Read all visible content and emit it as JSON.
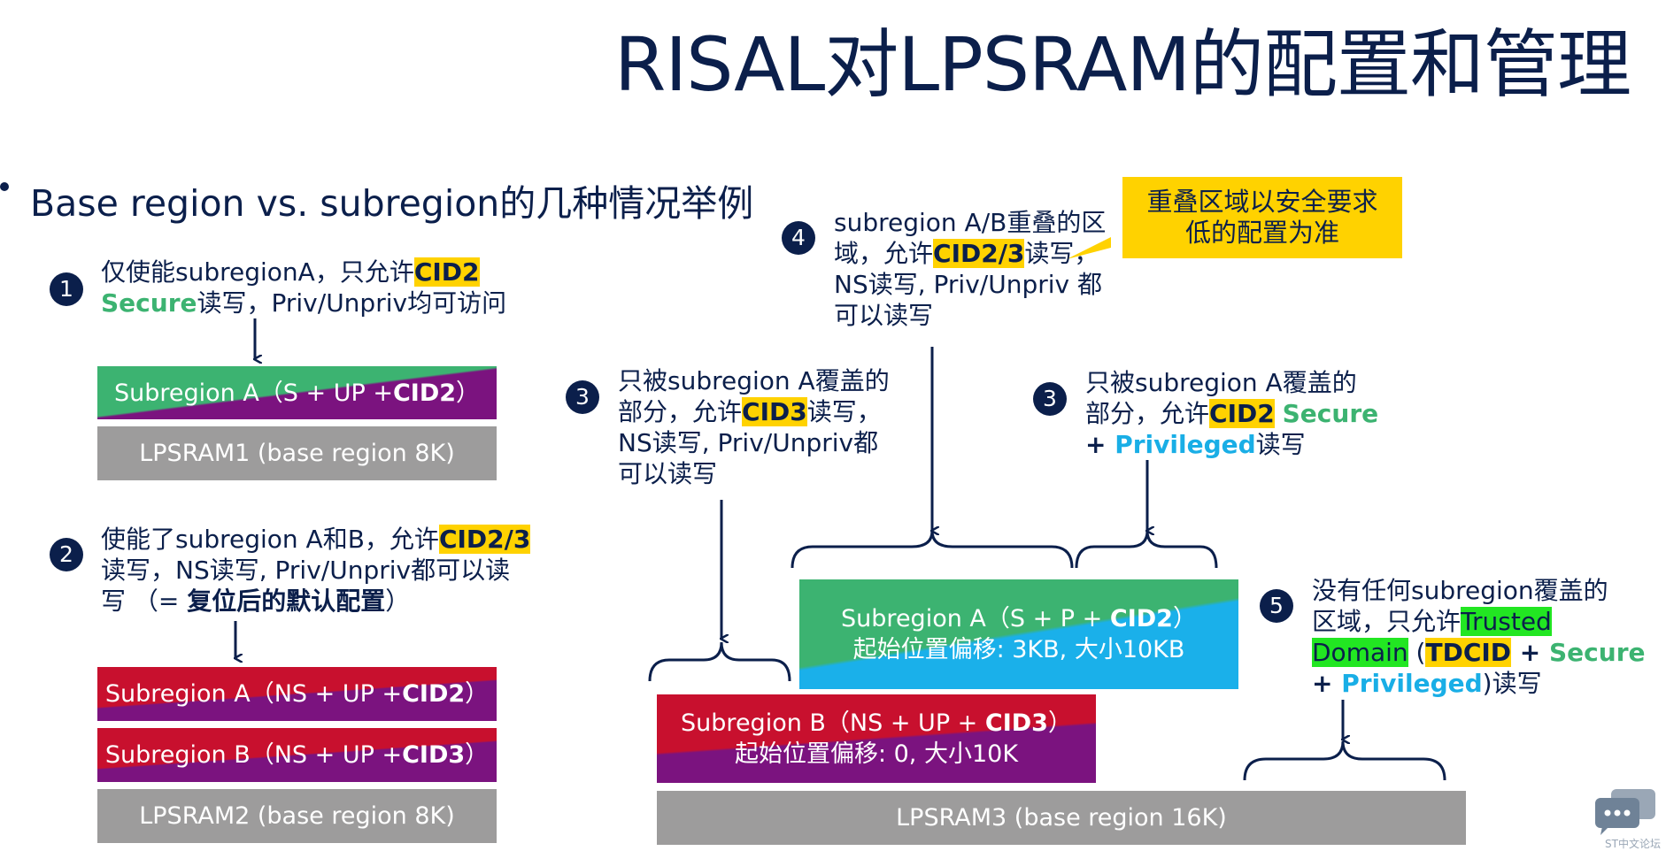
{
  "title": "RISAL对LPSRAM的配置和管理",
  "subtitle": "Base region vs. subregion的几种情况举例",
  "case1": {
    "number": "1",
    "line1_a": "仅使能subregionA，只允许",
    "line1_hl": "CID2",
    "line2_secure": "Secure",
    "line2_b": "读写，Priv/Unpriv均可访问",
    "box_sub_a": "Subregion A（S + UP + ",
    "box_sub_a_cid": "CID2",
    "box_sub_a_end": "）",
    "box_base": "LPSRAM1 (base region 8K)"
  },
  "case2": {
    "number": "2",
    "line1_a": "使能了subregion A和B，允许",
    "line1_hl": "CID2/3",
    "line2": "读写，NS读写, Priv/Unpriv都可以读",
    "line3_a": "写 （= ",
    "line3_bold": "复位后的默认配置",
    "line3_end": "）",
    "box_sub_a": "Subregion A（NS + UP + ",
    "box_sub_a_cid": "CID2",
    "box_sub_a_end": "）",
    "box_sub_b": "Subregion B（NS + UP + ",
    "box_sub_b_cid": "CID3",
    "box_sub_b_end": "）",
    "box_base": "LPSRAM2 (base region 8K)"
  },
  "case3_left": {
    "number": "3",
    "line1": "只被subregion A覆盖的",
    "line2_a": "部分，允许",
    "line2_hl": "CID3",
    "line2_b": "读写，",
    "line3": "NS读写, Priv/Unpriv都",
    "line4": "可以读写"
  },
  "case4": {
    "number": "4",
    "line1": "subregion A/B重叠的区",
    "line2_a": "域，允许",
    "line2_hl": "CID2/3",
    "line2_b": "读写，",
    "line3": "NS读写, Priv/Unpriv 都",
    "line4": "可以读写"
  },
  "callout": {
    "line1": "重叠区域以安全要求",
    "line2": "低的配置为准"
  },
  "case3_right": {
    "number": "3",
    "line1": "只被subregion A覆盖的",
    "line2_a": "部分，允许",
    "line2_hl": "CID2",
    "line2_secure": "Secure",
    "line3_plus": "+ ",
    "line3_priv": "Privileged",
    "line3_b": "读写"
  },
  "case5": {
    "number": "5",
    "line1": "没有任何subregion覆盖的",
    "line2_a": "区域，只允许",
    "line2_trusted": "Trusted",
    "line3_domain": "Domain",
    "line3_open": " (",
    "line3_tdcid": "TDCID",
    "line3_plus": " + ",
    "line3_secure": "Secure",
    "line4_plus": "+ ",
    "line4_priv": "Privileged",
    "line4_end": ")读写"
  },
  "lpsram3": {
    "sub_a_line1": "Subregion A（S + P + ",
    "sub_a_cid": "CID2",
    "sub_a_end": "）",
    "sub_a_line2": "起始位置偏移: 3KB, 大小10KB",
    "sub_b_line1": "Subregion B（NS + UP + ",
    "sub_b_cid": "CID3",
    "sub_b_end": "）",
    "sub_b_line2": "起始位置偏移: 0, 大小10K",
    "base": "LPSRAM3 (base region 16K)"
  },
  "watermark": "ST中文论坛",
  "colors": {
    "navy": "#0b1f4b",
    "yellow": "#ffd200",
    "green": "#3cb371",
    "purple": "#7b137f",
    "red": "#c8102e",
    "blue": "#1ab0ea",
    "gray": "#9d9c9c"
  }
}
